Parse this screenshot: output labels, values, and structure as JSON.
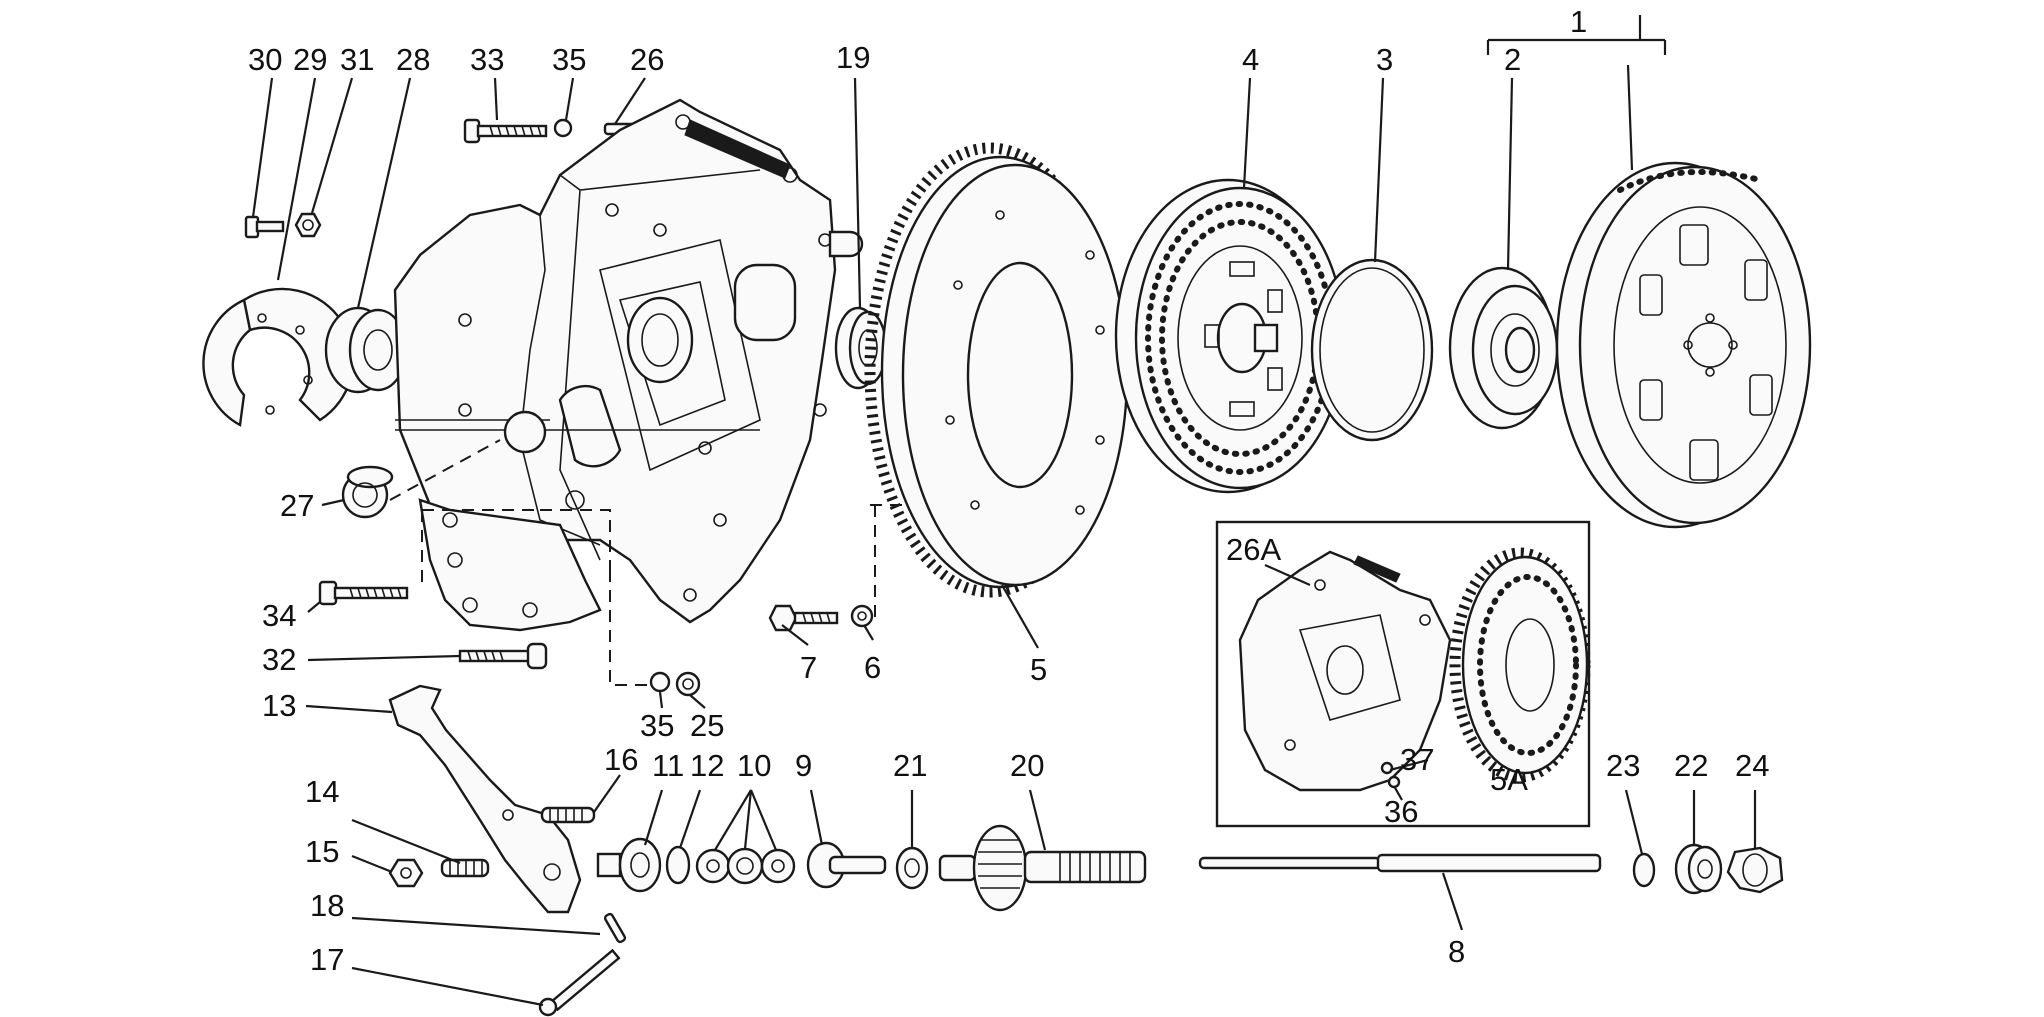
{
  "labels": {
    "l1": "1",
    "l2": "2",
    "l3": "3",
    "l4": "4",
    "l5": "5",
    "l5a": "5A",
    "l6": "6",
    "l7": "7",
    "l8": "8",
    "l9": "9",
    "l10": "10",
    "l11": "11",
    "l12": "12",
    "l13": "13",
    "l14": "14",
    "l15": "15",
    "l16": "16",
    "l17": "17",
    "l18": "18",
    "l19": "19",
    "l20": "20",
    "l21": "21",
    "l22": "22",
    "l23": "23",
    "l24": "24",
    "l25": "25",
    "l26": "26",
    "l26a": "26A",
    "l27": "27",
    "l28": "28",
    "l29": "29",
    "l30": "30",
    "l31": "31",
    "l32": "32",
    "l33": "33",
    "l34": "34",
    "l35a": "35",
    "l35b": "35",
    "l36": "36",
    "l37": "37"
  },
  "colors": {
    "ink": "#1a1a1a",
    "paper": "#ffffff"
  }
}
